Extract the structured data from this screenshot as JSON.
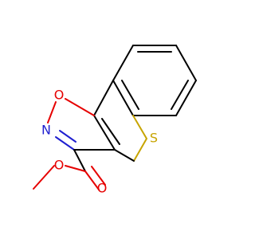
{
  "molecule": {
    "atoms": {
      "isoxazole_o": "O",
      "isoxazole_n": "N",
      "ring_s": "S",
      "carbonyl_o": "O",
      "ester_o": "O"
    },
    "colors": {
      "bond": "#000000",
      "oxygen": "#e60000",
      "nitrogen": "#1f1fd0",
      "sulfur": "#c7a400",
      "background": "#ffffff"
    }
  }
}
